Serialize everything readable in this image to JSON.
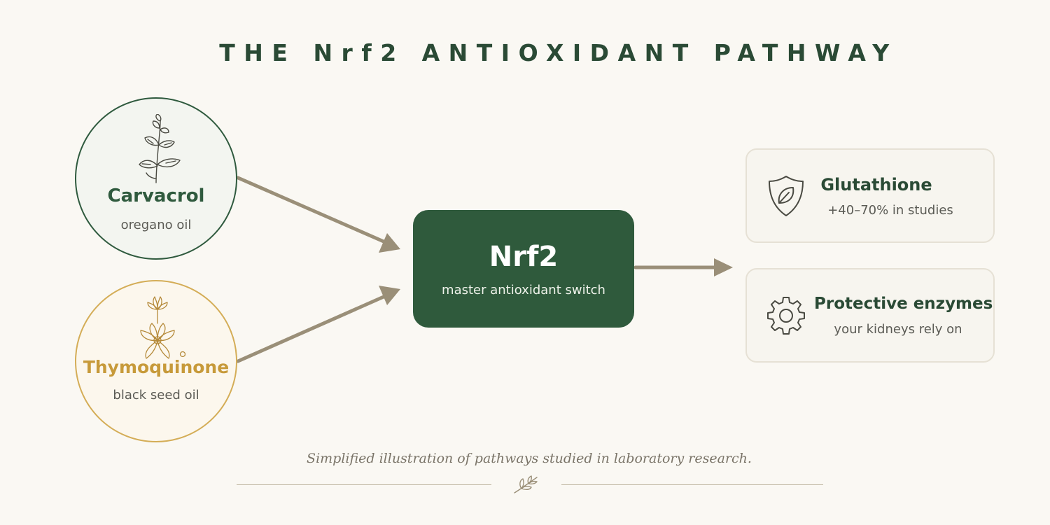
{
  "title": "THE Nrf2 ANTIOXIDANT PATHWAY",
  "inputs": {
    "carvacrol": {
      "name": "Carvacrol",
      "source": "oregano oil",
      "icon": "oregano-sprig-icon"
    },
    "thymoquinone": {
      "name": "Thymoquinone",
      "source": "black seed oil",
      "icon": "black-seed-flower-icon"
    }
  },
  "center": {
    "name": "Nrf2",
    "description": "master antioxidant switch"
  },
  "outputs": {
    "glutathione": {
      "name": "Glutathione",
      "detail": "+40–70% in studies",
      "icon": "shield-leaf-icon"
    },
    "enzymes": {
      "name": "Protective enzymes",
      "detail": "your kidneys rely on",
      "icon": "gear-icon"
    }
  },
  "footnote": "Simplified illustration of pathways studied in laboratory research.",
  "colors": {
    "background": "#faf8f3",
    "primary_green": "#2f5a3c",
    "gold": "#d4ad57",
    "arrow": "#9a8f78",
    "card_border": "#e6e1d5"
  }
}
